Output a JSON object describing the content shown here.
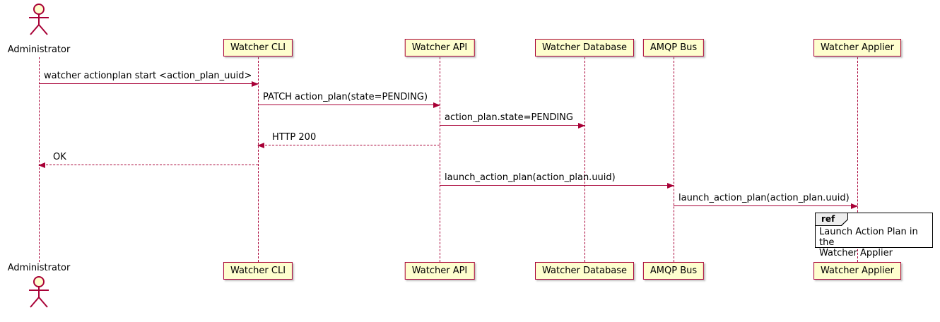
{
  "diagram": {
    "type": "sequence",
    "actor": {
      "label": "Administrator"
    },
    "participants": [
      {
        "label": "Watcher CLI"
      },
      {
        "label": "Watcher API"
      },
      {
        "label": "Watcher Database"
      },
      {
        "label": "AMQP Bus"
      },
      {
        "label": "Watcher Applier"
      }
    ],
    "messages": [
      {
        "label": "watcher actionplan start <action_plan_uuid>",
        "from": "Administrator",
        "to": "Watcher CLI",
        "style": "solid"
      },
      {
        "label": "PATCH action_plan(state=PENDING)",
        "from": "Watcher CLI",
        "to": "Watcher API",
        "style": "solid"
      },
      {
        "label": "action_plan.state=PENDING",
        "from": "Watcher API",
        "to": "Watcher Database",
        "style": "solid"
      },
      {
        "label": "HTTP 200",
        "from": "Watcher API",
        "to": "Watcher CLI",
        "style": "dashed"
      },
      {
        "label": "OK",
        "from": "Watcher CLI",
        "to": "Administrator",
        "style": "dashed"
      },
      {
        "label": "launch_action_plan(action_plan.uuid)",
        "from": "Watcher API",
        "to": "AMQP Bus",
        "style": "solid"
      },
      {
        "label": "launch_action_plan(action_plan.uuid)",
        "from": "AMQP Bus",
        "to": "Watcher Applier",
        "style": "solid"
      }
    ],
    "ref": {
      "keyword": "ref",
      "lines": [
        "Launch Action Plan in the",
        "Watcher Applier"
      ]
    },
    "colors": {
      "participant_fill": "#FEFECE",
      "stroke": "#A80036",
      "ref_border": "#000000",
      "ref_header_fill": "#EEEEEE",
      "text": "#000000"
    }
  }
}
